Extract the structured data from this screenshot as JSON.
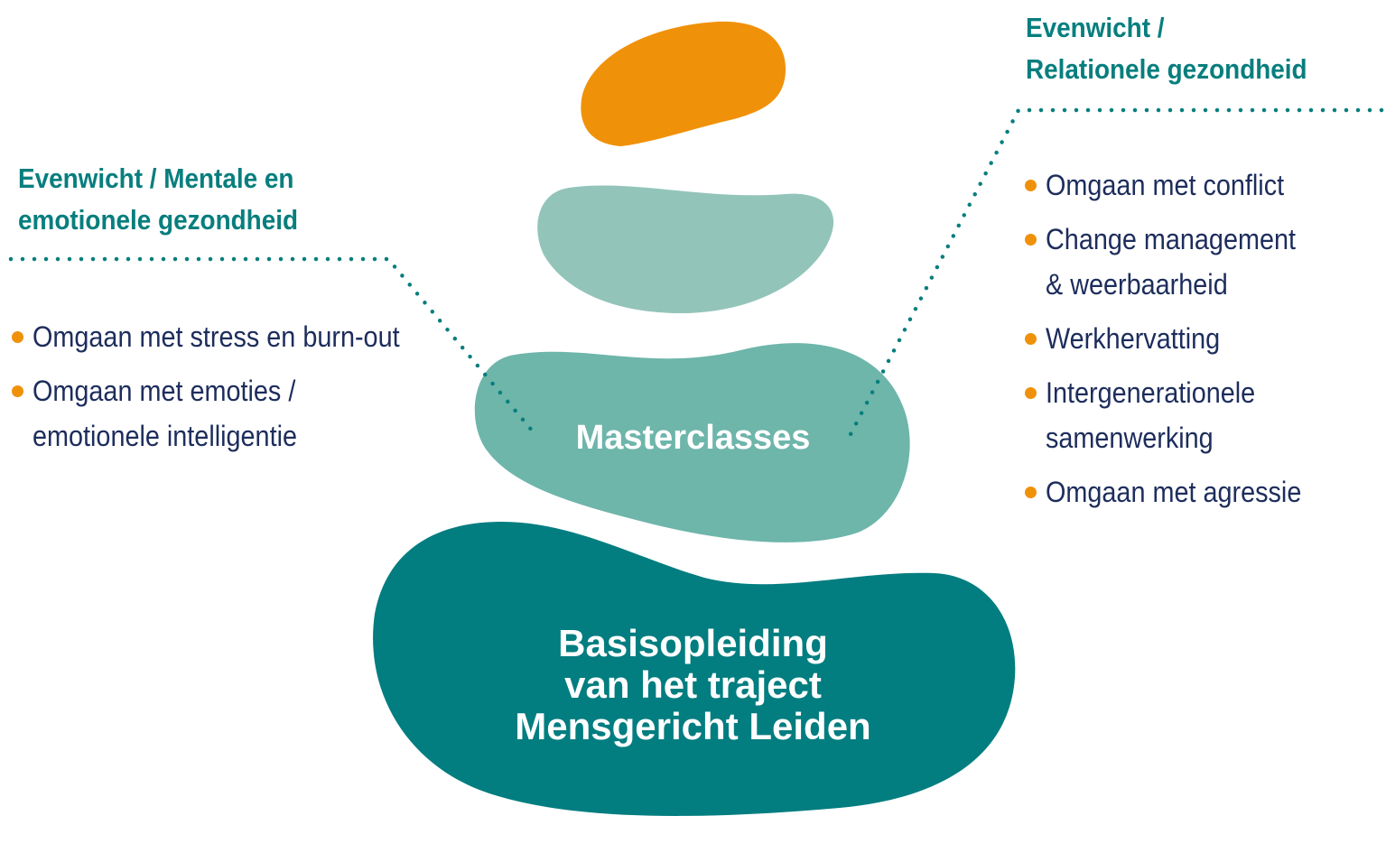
{
  "left_group": {
    "heading_lines": [
      "Evenwicht / Mentale en",
      "emotionele gezondheid"
    ],
    "items": [
      {
        "lines": [
          "Omgaan met stress en burn-out"
        ]
      },
      {
        "lines": [
          "Omgaan met emoties /",
          "emotionele intelligentie"
        ]
      }
    ]
  },
  "right_group": {
    "heading_lines": [
      "Evenwicht /",
      "Relationele gezondheid"
    ],
    "items": [
      {
        "lines": [
          "Omgaan met conflict"
        ]
      },
      {
        "lines": [
          "Change management",
          "& weerbaarheid"
        ]
      },
      {
        "lines": [
          "Werkhervatting"
        ]
      },
      {
        "lines": [
          "Intergenerationele",
          "samenwerking"
        ]
      },
      {
        "lines": [
          "Omgaan met agressie"
        ]
      }
    ]
  },
  "stones": {
    "masterclasses_label": "Masterclasses",
    "basis_lines": [
      "Basisopleiding",
      "van het traject",
      "Mensgericht Leiden"
    ]
  },
  "colors": {
    "top_stone": "#f0910a",
    "light_stone": "#93c4ba",
    "mid_stone": "#6eb5aa",
    "base_stone": "#027d80",
    "heading": "#087e7e",
    "body_text": "#1d2d5c",
    "bullet": "#f0910a",
    "dotted_line": "#087e7e"
  }
}
